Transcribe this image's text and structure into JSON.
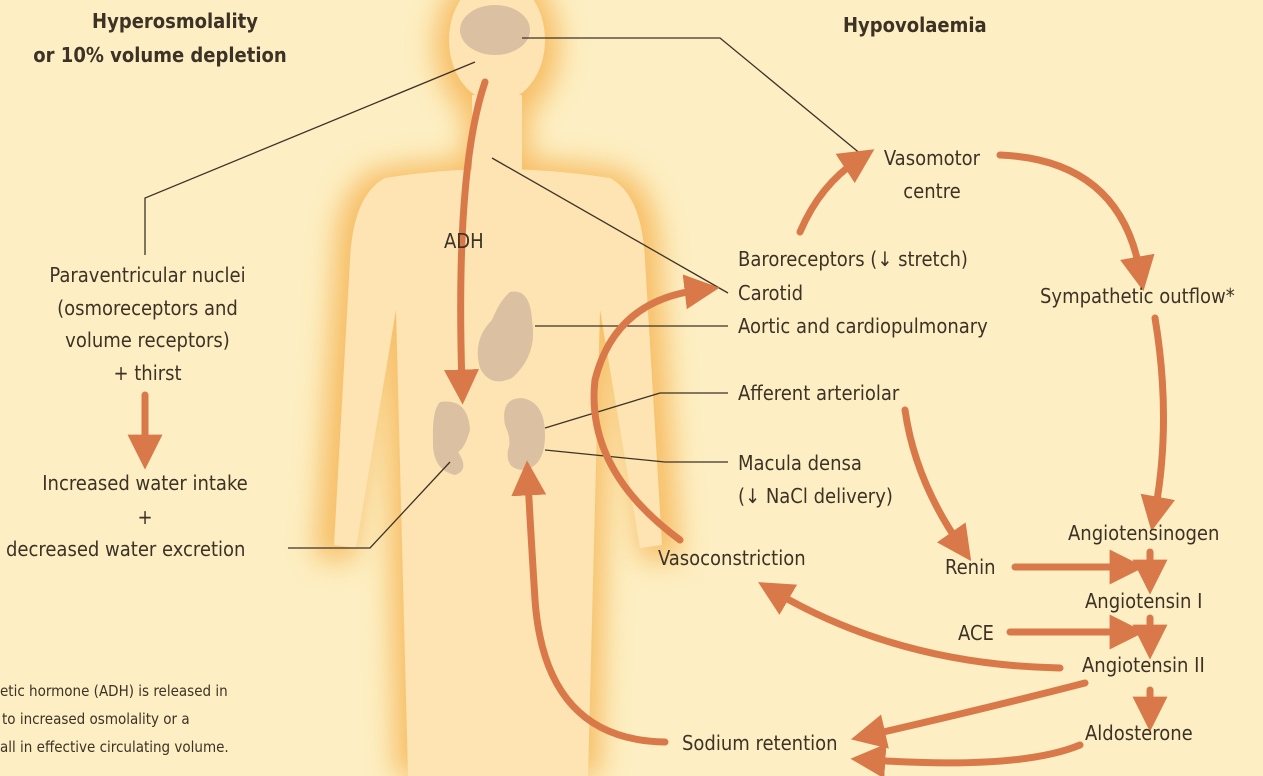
{
  "colors": {
    "background": "#fdefc3",
    "body_glow": "#f6b85a",
    "body_fill": "#fde4b2",
    "organ": "#dcc0a2",
    "arrow": "#d9794a",
    "line": "#3d3226"
  },
  "headers": {
    "hyperosmolality_line1": "Hyperosmolality",
    "hyperosmolality_line2": "or 10% volume depletion",
    "hypovolaemia": "Hypovolaemia"
  },
  "labels": {
    "adh": "ADH",
    "paraventricular_1": "Paraventricular nuclei",
    "paraventricular_2": "(osmoreceptors and",
    "paraventricular_3": "volume receptors)",
    "paraventricular_4": "+ thirst",
    "increased_water_intake": "Increased water intake",
    "plus": "+",
    "decreased_water_excretion": "decreased water excretion",
    "vasomotor_1": "Vasomotor",
    "vasomotor_2": "centre",
    "baroreceptors": "Baroreceptors (↓ stretch)",
    "carotid": "Carotid",
    "aortic": "Aortic and cardiopulmonary",
    "afferent": "Afferent arteriolar",
    "macula_1": "Macula densa",
    "macula_2": "(↓ NaCl delivery)",
    "sympathetic": "Sympathetic outflow*",
    "vasoconstriction": "Vasoconstriction",
    "renin": "Renin",
    "angiotensinogen": "Angiotensinogen",
    "angiotensin_1": "Angiotensin I",
    "ace": "ACE",
    "angiotensin_2": "Angiotensin II",
    "aldosterone": "Aldosterone",
    "sodium_retention": "Sodium retention"
  },
  "caption": {
    "line1": "etic hormone (ADH) is released in",
    "line2": "to increased osmolality or a",
    "line3": "all in effective circulating volume."
  }
}
